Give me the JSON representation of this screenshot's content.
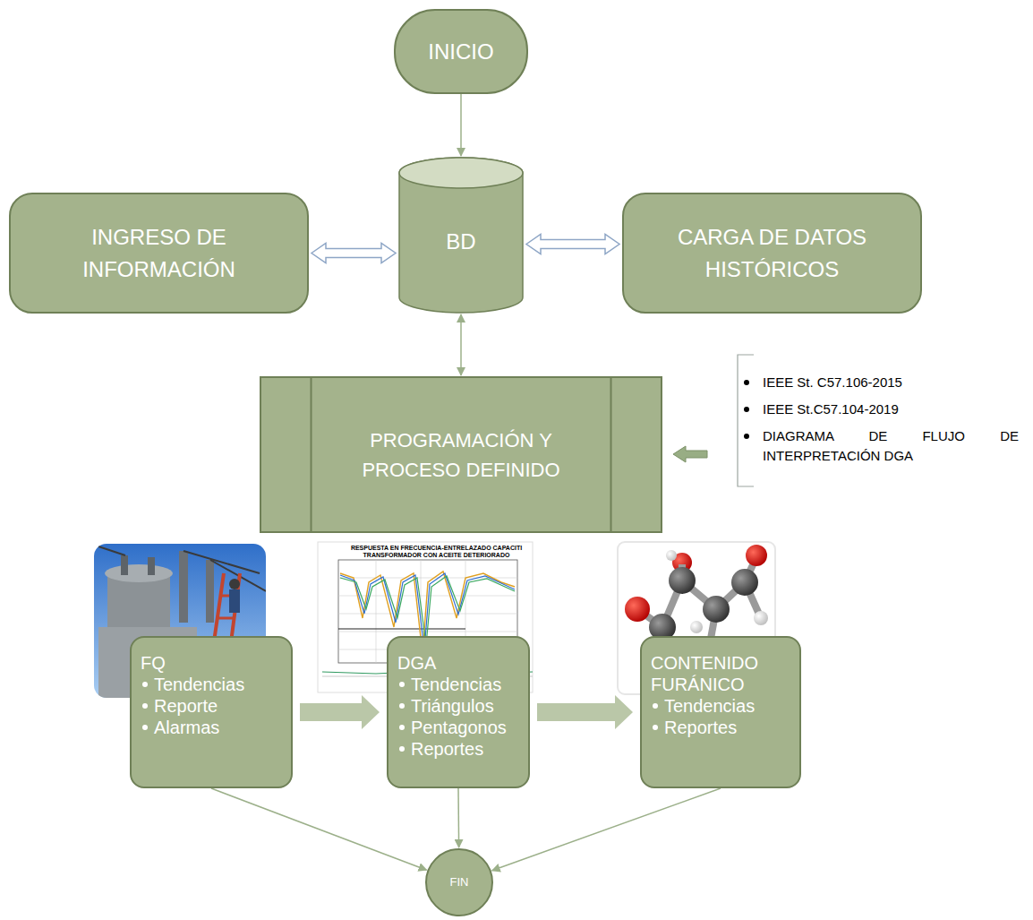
{
  "diagram": {
    "nodes": [
      {
        "text": [
          "INICIO"
        ]
      },
      {
        "text": [
          "INGRESO DE INFORMACIÓN"
        ]
      },
      {
        "text": [
          "BD"
        ]
      },
      {
        "text": [
          "CARGA DE DATOS HISTÓRICOS"
        ]
      },
      {
        "text": [
          "PROGRAMACIÓN Y PROCESO DEFINIDO"
        ]
      },
      {
        "text": [
          "FQ",
          "Tendencias",
          "Reporte",
          "Alarmas"
        ]
      },
      {
        "text": [
          "DGA",
          "Tendencias",
          "Triángulos",
          "Pentagonos",
          "Reportes"
        ]
      },
      {
        "text": [
          "CONTENIDO FURÁNICO",
          "Tendencias",
          "Reportes"
        ]
      },
      {
        "text": [
          "FIN"
        ]
      }
    ],
    "edges": [
      {
        "from": 0,
        "to": 2,
        "arrow": "to"
      },
      {
        "from": 1,
        "to": 2,
        "arrow": "both"
      },
      {
        "from": 2,
        "to": 3,
        "arrow": "both"
      },
      {
        "from": 2,
        "to": 4,
        "arrow": "both"
      },
      {
        "from": 5,
        "to": 6,
        "arrow": "to"
      },
      {
        "from": 6,
        "to": 7,
        "arrow": "to"
      },
      {
        "from": 5,
        "to": 8,
        "arrow": "to"
      },
      {
        "from": 6,
        "to": 8,
        "arrow": "to"
      },
      {
        "from": 7,
        "to": 8,
        "arrow": "to"
      }
    ],
    "labels": [
      "IEEE St. C57.106-2015",
      "IEEE St.C57.104-2019",
      "DIAGRAMA DE FLUJO DE INTERPRETACIÓN DGA",
      "RESPUESTA EN FRECUENCIA-ENTRELAZADO CAPACITI",
      "TRANSFORMADOR CON ACEITE DETERIORADO"
    ]
  }
}
